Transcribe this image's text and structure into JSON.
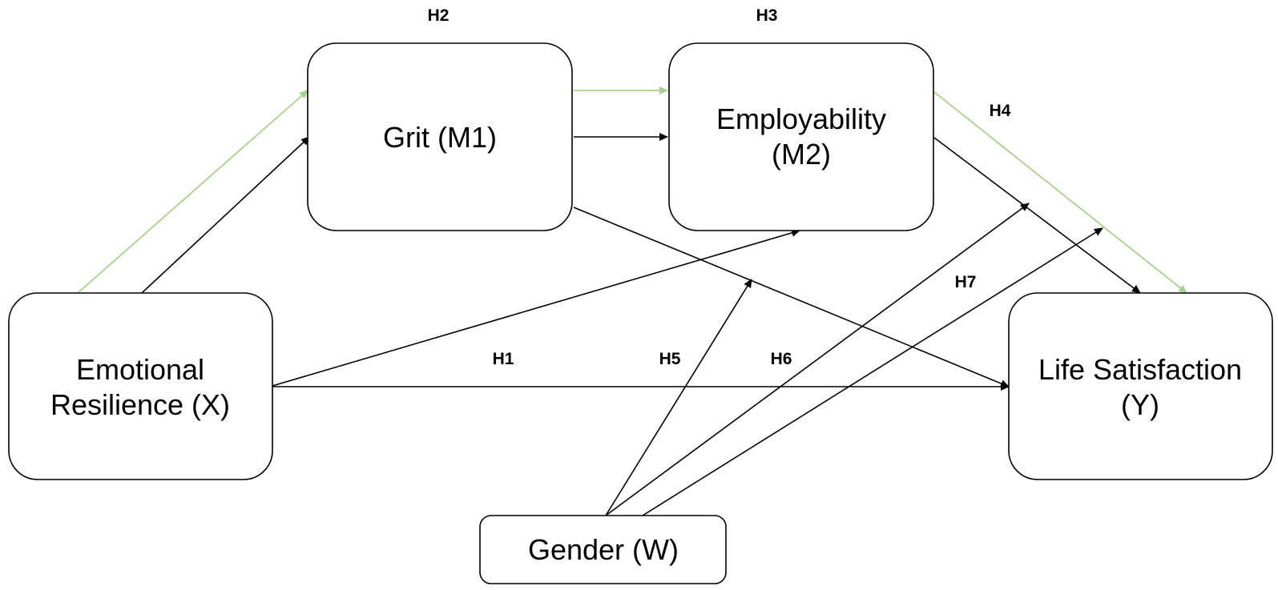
{
  "colors": {
    "path_line": "#000000",
    "highlight_line": "#a9d18e",
    "box_border": "#000000"
  },
  "nodes": {
    "x": {
      "lines": [
        "Emotional",
        "Resilience (X)"
      ]
    },
    "m1": {
      "lines": [
        "Grit (M1)"
      ]
    },
    "m2": {
      "lines": [
        "Employability",
        "(M2)"
      ]
    },
    "y": {
      "lines": [
        "Life Satisfaction",
        "(Y)"
      ]
    },
    "w": {
      "lines": [
        "Gender (W)"
      ]
    }
  },
  "hypotheses": {
    "h1": "H1",
    "h2": "H2",
    "h3": "H3",
    "h4": "H4",
    "h5": "H5",
    "h6": "H6",
    "h7": "H7"
  }
}
